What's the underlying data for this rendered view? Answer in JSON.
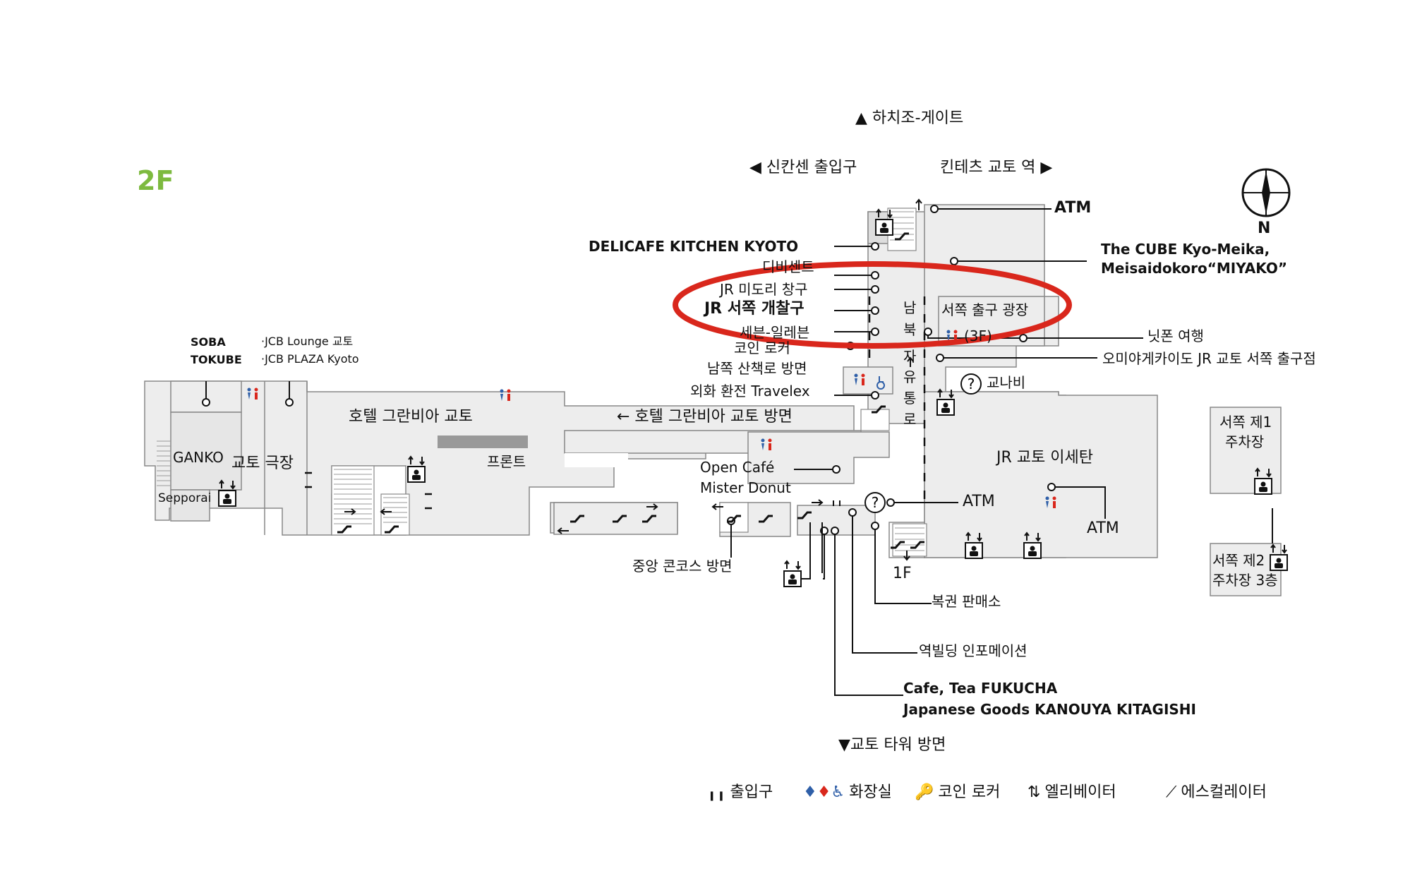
{
  "floor": "2F",
  "compass": {
    "label": "N"
  },
  "directions": {
    "north": "▲ 하치조-게이트",
    "west": "◀ 신칸센 출입구",
    "east": "킨테츠 교토 역 ▶",
    "south": "▼교토 타워 방면"
  },
  "labels": {
    "atm_top": "ATM",
    "delicafe": "DELICAFE KITCHEN KYOTO",
    "taxi": "디비센트",
    "cube_1": "The CUBE Kyo-Meika,",
    "cube_2": "Meisaidokoro“MIYAKO”",
    "midori": "JR 미도리 창구",
    "west_gate": "JR 서쪽 개찰구",
    "seven": "세븐-일레븐",
    "coin": "코인 로커",
    "west_exit_plaza": "서쪽 출구 광장",
    "plaza_3f": "(3F)",
    "nippon_travel": "닛폰 여행",
    "omiyage": "오미야게카이도 JR 교토 서쪽 출구점",
    "south_walk": "남쪽 산책로 방면",
    "kyonavi": "교나비",
    "exchange": "외화 환전 Travelex",
    "nambuk_1": "남",
    "nambuk_2": "북",
    "nambuk_3": "자",
    "nambuk_4": "유",
    "nambuk_5": "통",
    "nambuk_6": "로",
    "soba_1": "SOBA",
    "soba_2": "TOKUBE",
    "jcb_1": "·JCB Lounge 교토",
    "jcb_2": "·JCB PLAZA Kyoto",
    "hotel": "호텔 그란비아 교토",
    "hotel_dir": "← 호텔 그란비아 교토 방면",
    "front": "프론트",
    "ganko": "GANKO",
    "theater": "교토 극장",
    "sepporai": "Sepporai",
    "open_cafe": "Open Café",
    "mister_donut": "Mister Donut",
    "isetan": "JR 교토 이세탄",
    "atm_mid": "ATM",
    "atm_right": "ATM",
    "parking1_1": "서쪽 제1",
    "parking1_2": "주차장",
    "parking2_1": "서쪽 제2",
    "parking2_2": "주차장 3층",
    "central": "중앙 콘코스 방면",
    "onef": "1F",
    "lottery": "복권 판매소",
    "info": "역빌딩 인포메이션",
    "fukucha": "Cafe, Tea FUKUCHA",
    "kanouya": "Japanese Goods KANOUYA KITAGISHI"
  },
  "legend": [
    {
      "label": "출입구",
      "icon": "entrance-icon"
    },
    {
      "label": "화장실",
      "icon": "restroom-icon"
    },
    {
      "label": "코인 로커",
      "icon": "coin-locker-icon"
    },
    {
      "label": "엘리베이터",
      "icon": "elevator-icon"
    },
    {
      "label": "에스컬레이터",
      "icon": "escalator-icon"
    }
  ],
  "colors": {
    "floor_fill": "#ededed",
    "floor_stroke": "#888888",
    "highlight": "#d9271c",
    "floor_label": "#7dba3f",
    "male": "#2f5fa8",
    "female": "#d9271c"
  }
}
